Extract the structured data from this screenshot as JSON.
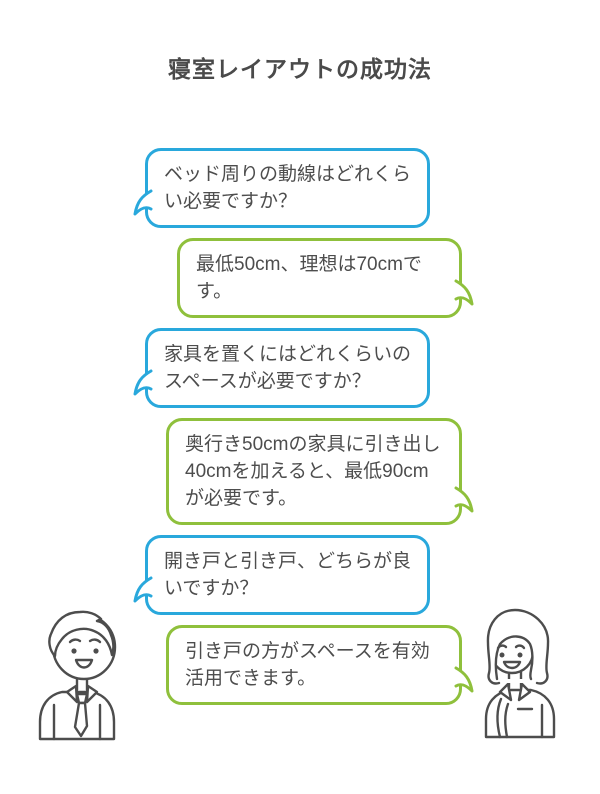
{
  "page": {
    "title": "寝室レイアウトの成功法"
  },
  "colors": {
    "question_border": "#29a8dc",
    "answer_border": "#8fc03c",
    "text": "#4d4d4d",
    "title_text": "#4a4a4a"
  },
  "conversation": {
    "messages": [
      {
        "speaker": "man",
        "side": "left",
        "text": "ベッド周りの動線はどれくらい必要ですか？"
      },
      {
        "speaker": "woman",
        "side": "right",
        "text": "最低50cm、理想は70cmです。"
      },
      {
        "speaker": "man",
        "side": "left",
        "text": "家具を置くにはどれくらいのスペースが必要ですか？"
      },
      {
        "speaker": "woman",
        "side": "right",
        "text": "奥行き50cmの家具に引き出し40cmを加えると、最低90cmが必要です。"
      },
      {
        "speaker": "man",
        "side": "left",
        "text": "開き戸と引き戸、どちらが良いですか？"
      },
      {
        "speaker": "woman",
        "side": "right",
        "text": "引き戸の方がスペースを有効活用できます。"
      }
    ]
  },
  "icons": {
    "man_avatar": "man-with-tie-line-illustration",
    "woman_avatar": "woman-bob-hair-line-illustration",
    "tail": "speech-bubble-tail"
  }
}
